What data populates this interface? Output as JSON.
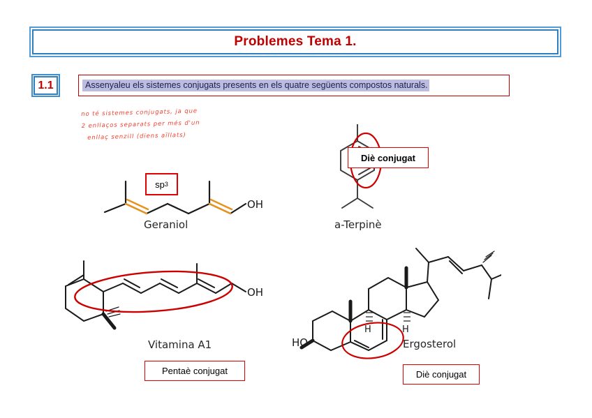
{
  "header": {
    "title": "Problemes Tema 1.",
    "title_color": "#c00000",
    "border_color": "#2e7ebf"
  },
  "problem": {
    "number": "1.1",
    "number_color": "#c00000",
    "statement": "Assenyaleu els sistemes conjugats presents en els quatre següents compostos naturals.",
    "statement_highlight_color": "#bcbce0",
    "statement_border_color": "#c00000"
  },
  "handwritten_note": {
    "color": "#f4402e",
    "line1": "no té sistemes conjugats, ja que",
    "line2": "2 enllaços separats per més d'un",
    "line3": "enllaç senzill (diens aïllats)"
  },
  "annotations": {
    "sp3_label": "sp",
    "sp3_superscript": "3",
    "diene_terpinene": "Diè conjugat",
    "pentaene_vitamina": "Pentaè conjugat",
    "diene_ergosterol": "Diè conjugat",
    "callout_border_color": "#e00000",
    "highlight_bond_color": "#e8921e",
    "circle_color": "#cc0000"
  },
  "compounds": [
    {
      "name": "Geraniol",
      "oh_label": "OH"
    },
    {
      "name": "a-Terpinè"
    },
    {
      "name": "Vitamina A1",
      "oh_label": "OH"
    },
    {
      "name": "Ergosterol",
      "ho_label": "HO",
      "h_label_1": "H",
      "h_label_2": "H"
    }
  ]
}
